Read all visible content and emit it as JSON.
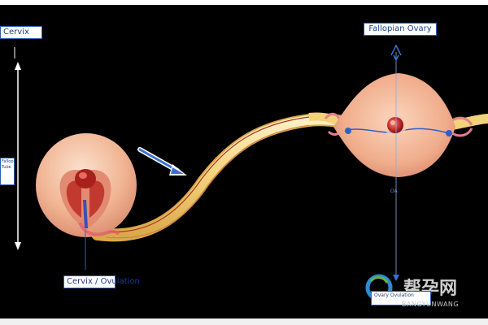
{
  "labels": {
    "top_left": "Cervix",
    "top_right": "Fallopian Ovary",
    "side_small": "Fallopian Tube",
    "bottom_left": "Cervix / Ovulation",
    "bottom_right": "Ovary Ovulation",
    "small_oa": "OA"
  },
  "watermark": {
    "cjk": "帮孕网",
    "latin": "BANGYUNWANG"
  },
  "colors": {
    "background": "#000000",
    "label_border": "#2a5fb0",
    "label_text": "#1b3f8a",
    "tissue_light": "#f4c2a3",
    "tissue_mid": "#e8957a",
    "tissue_dark": "#c8453a",
    "tube_yellow": "#f2d27a",
    "line_blue": "#2f5fc9",
    "watermark_green": "#6ab04c",
    "watermark_blue": "#2e89d6"
  },
  "icons": {
    "watermark_logo": "magnifier-logo-icon",
    "arrow": "pointer-arrow-icon"
  }
}
